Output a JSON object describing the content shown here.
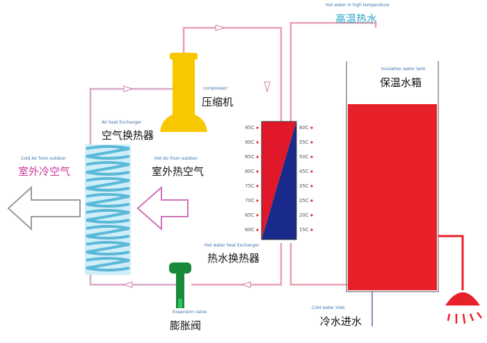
{
  "labels": {
    "hot_water_high_temp_en": "Hot water in high temperature",
    "hot_water_high_temp_cn": "高温热水",
    "insulation_tank_en": "Insulation water tank",
    "insulation_tank_cn": "保温水箱",
    "compressor_en": "compressor",
    "compressor_cn": "压缩机",
    "air_heat_exchanger_en": "Air heat Exchanger",
    "air_heat_exchanger_cn": "空气换热器",
    "cold_air_outdoor_en": "Cold Air from outdoor",
    "cold_air_outdoor_cn": "室外冷空气",
    "hot_air_outdoor_en": "Hot Air from outdoor",
    "hot_air_outdoor_cn": "室外热空气",
    "hot_water_heat_exchanger_en": "Hot water heat Exchanger",
    "hot_water_heat_exchanger_cn": "热水换热器",
    "expansion_valve_en": "Expansion valve",
    "expansion_valve_cn": "膨胀阀",
    "cold_water_inlet_en": "Cold water inlet",
    "cold_water_inlet_cn": "冷水进水"
  },
  "left_temps": [
    "95C",
    "90C",
    "85C",
    "80C",
    "75C",
    "70C",
    "65C",
    "60C"
  ],
  "right_temps": [
    "60C",
    "55C",
    "50C",
    "45C",
    "35C",
    "25C",
    "20C",
    "15C"
  ],
  "colors": {
    "compressor": "#f7c800",
    "tank_water": "#e8202a",
    "exchanger_hot": "#e0182a",
    "exchanger_cold": "#1a2a8c",
    "coil": "#8fd6ec",
    "expansion_valve": "#1a8a3a",
    "shower": "#e8202a",
    "pipe_hot": "#e8a0b0",
    "pipe_cold": "#b0b0d8"
  }
}
